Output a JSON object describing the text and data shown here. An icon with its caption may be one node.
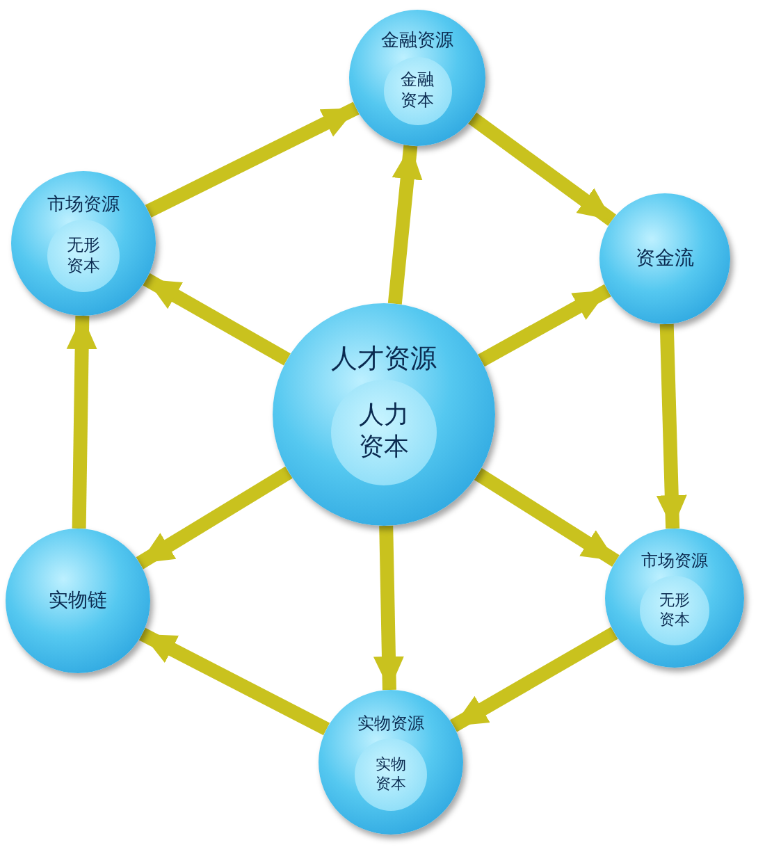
{
  "diagram": {
    "nodes": [
      {
        "text": [
          "金融资源",
          "金融资本"
        ]
      },
      {
        "text": [
          "市场资源",
          "无形资本"
        ]
      },
      {
        "text": [
          "资金流"
        ]
      },
      {
        "text": [
          "人才资源",
          "人力资本"
        ]
      },
      {
        "text": [
          "实物链"
        ]
      },
      {
        "text": [
          "市场资源",
          "无形资本"
        ]
      },
      {
        "text": [
          "实物资源",
          "实物资本"
        ]
      }
    ],
    "edges": [
      {
        "from": 1,
        "to": 0,
        "arrow": "to"
      },
      {
        "from": 0,
        "to": 2,
        "arrow": "to"
      },
      {
        "from": 2,
        "to": 5,
        "arrow": "to"
      },
      {
        "from": 5,
        "to": 6,
        "arrow": "to"
      },
      {
        "from": 6,
        "to": 4,
        "arrow": "to"
      },
      {
        "from": 4,
        "to": 1,
        "arrow": "to"
      },
      {
        "from": 3,
        "to": 0,
        "arrow": "to"
      },
      {
        "from": 3,
        "to": 1,
        "arrow": "to"
      },
      {
        "from": 3,
        "to": 2,
        "arrow": "to"
      },
      {
        "from": 3,
        "to": 4,
        "arrow": "to"
      },
      {
        "from": 3,
        "to": 5,
        "arrow": "to"
      },
      {
        "from": 3,
        "to": 6,
        "arrow": "to"
      }
    ]
  }
}
